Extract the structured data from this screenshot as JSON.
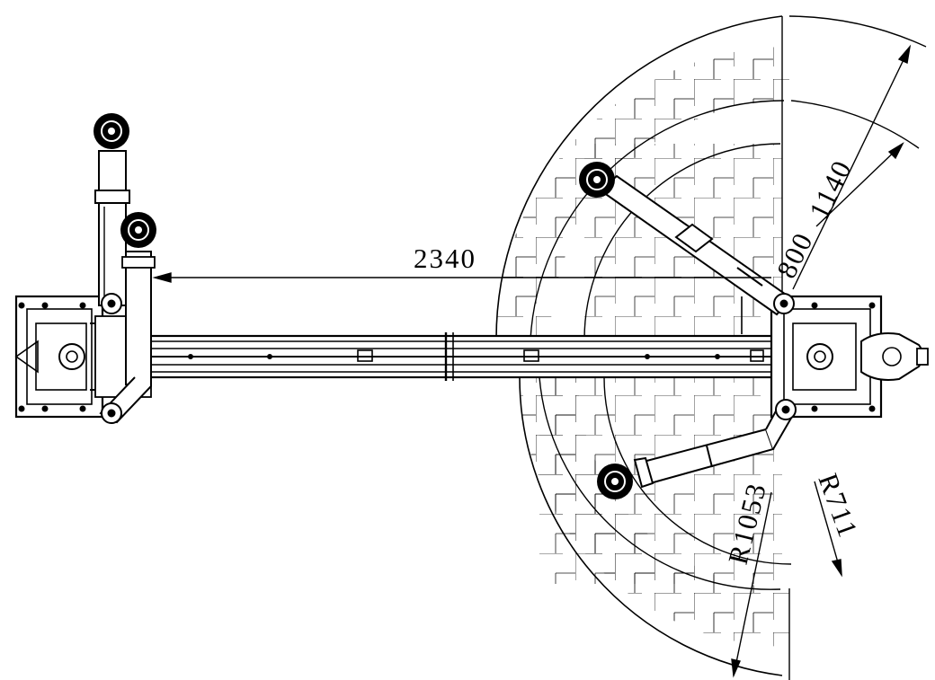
{
  "dimensions": {
    "span": "2340",
    "outer_reach": "1140",
    "inner_reach": "800",
    "outer_radius": "R1053",
    "inner_radius": "R711"
  },
  "colors": {
    "line": "#000000",
    "background": "#ffffff"
  }
}
